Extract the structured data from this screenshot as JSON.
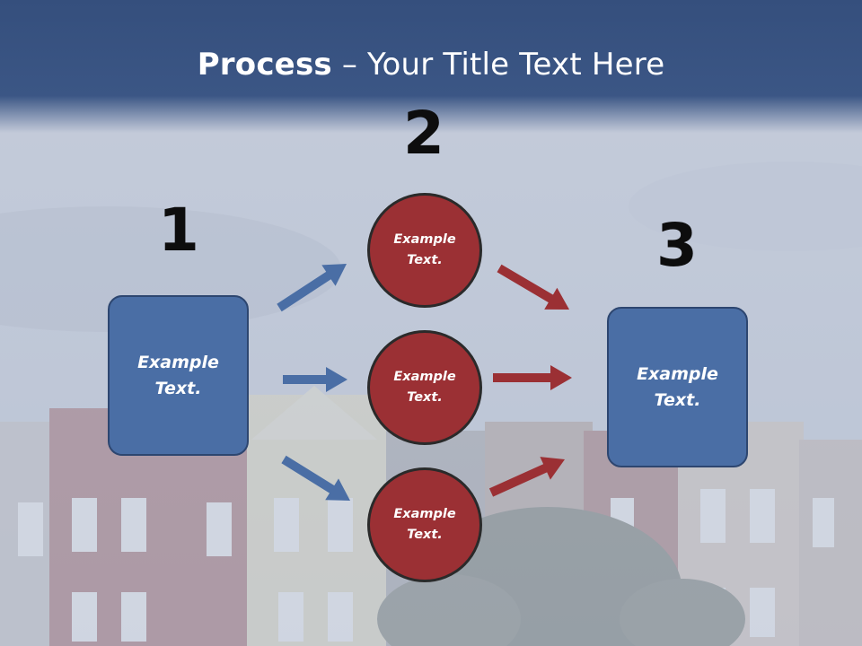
{
  "title": {
    "bold": "Process",
    "rest": " – Your Title Text Here"
  },
  "steps": [
    {
      "number": "1",
      "text": "Example\nText."
    },
    {
      "number": "2",
      "texts": [
        "Example\nText.",
        "Example\nText.",
        "Example\nText."
      ]
    },
    {
      "number": "3",
      "text": "Example\nText."
    }
  ],
  "colors": {
    "header": "#354f7d",
    "box_fill": "#4a6ea5",
    "circle_fill": "#9b3034",
    "arrow_blue": "#4a6ea5",
    "arrow_red": "#9b3034"
  }
}
